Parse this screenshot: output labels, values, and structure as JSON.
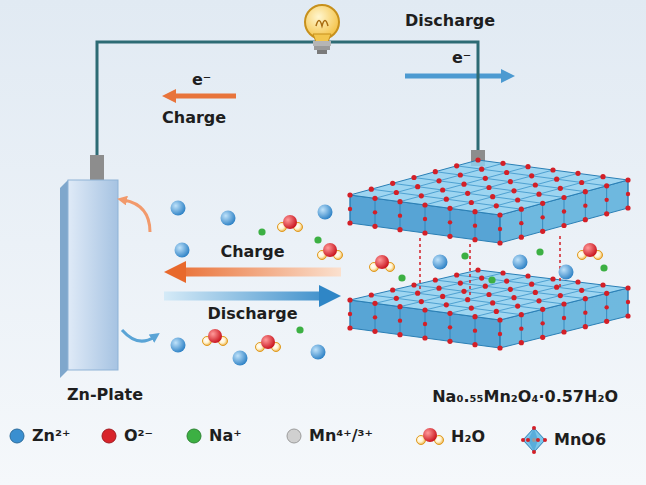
{
  "diagram": {
    "nodes": [
      {
        "text": [
          "Zn-Plate"
        ]
      },
      {
        "text": [
          "Na₀.₅₅Mn₂O₄·0.57H₂O"
        ]
      }
    ],
    "edges": [
      {
        "from": 0,
        "to": 1,
        "arrow": "none"
      },
      {
        "from": 1,
        "to": 0,
        "arrow": "to",
        "label": "Charge"
      },
      {
        "from": 0,
        "to": 1,
        "arrow": "to",
        "label": "Discharge"
      }
    ],
    "labels": [
      "Discharge",
      "e⁻",
      "e⁻",
      "Charge"
    ],
    "legend": [
      {
        "text": "Zn²⁺",
        "color": "#3a8fd0"
      },
      {
        "text": "O²⁻",
        "color": "#d8232a"
      },
      {
        "text": "Na⁺",
        "color": "#3cb043"
      },
      {
        "text": "Mn⁴⁺/³⁺",
        "color": "#d0d0d0"
      },
      {
        "text": "H₂O"
      },
      {
        "text": "MnO6"
      }
    ]
  }
}
